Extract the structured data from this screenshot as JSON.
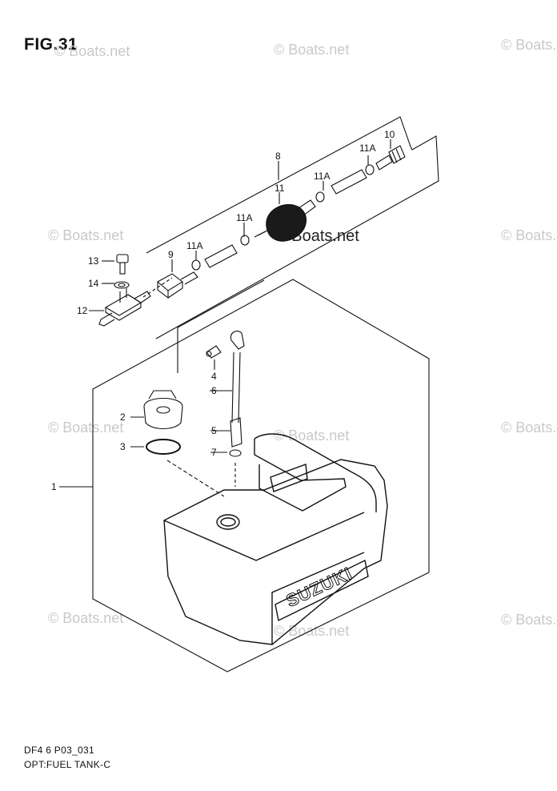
{
  "figure": {
    "title": "FIG.31",
    "model_code": "DF4 6 P03_031",
    "caption": "OPT:FUEL TANK-C"
  },
  "watermarks": [
    "© Boats.net",
    "© Boats.net",
    "© Boats.net",
    "© Boats.net",
    "© Boats.net",
    "© Boats.net",
    "© Boats.net",
    "© Boats.net",
    "© Boats.net",
    "© Boats.net",
    "© Boats.net",
    "© Boats.net"
  ],
  "tank_brand": "SUZUKI",
  "callouts": {
    "c1": "1",
    "c2": "2",
    "c3": "3",
    "c4": "4",
    "c5": "5",
    "c6": "6",
    "c7": "7",
    "c8": "8",
    "c9": "9",
    "c10": "10",
    "c11": "11",
    "c11a_1": "11A",
    "c11a_2": "11A",
    "c11a_3": "11A",
    "c11a_4": "11A",
    "c12": "12",
    "c13": "13",
    "c14": "14"
  }
}
